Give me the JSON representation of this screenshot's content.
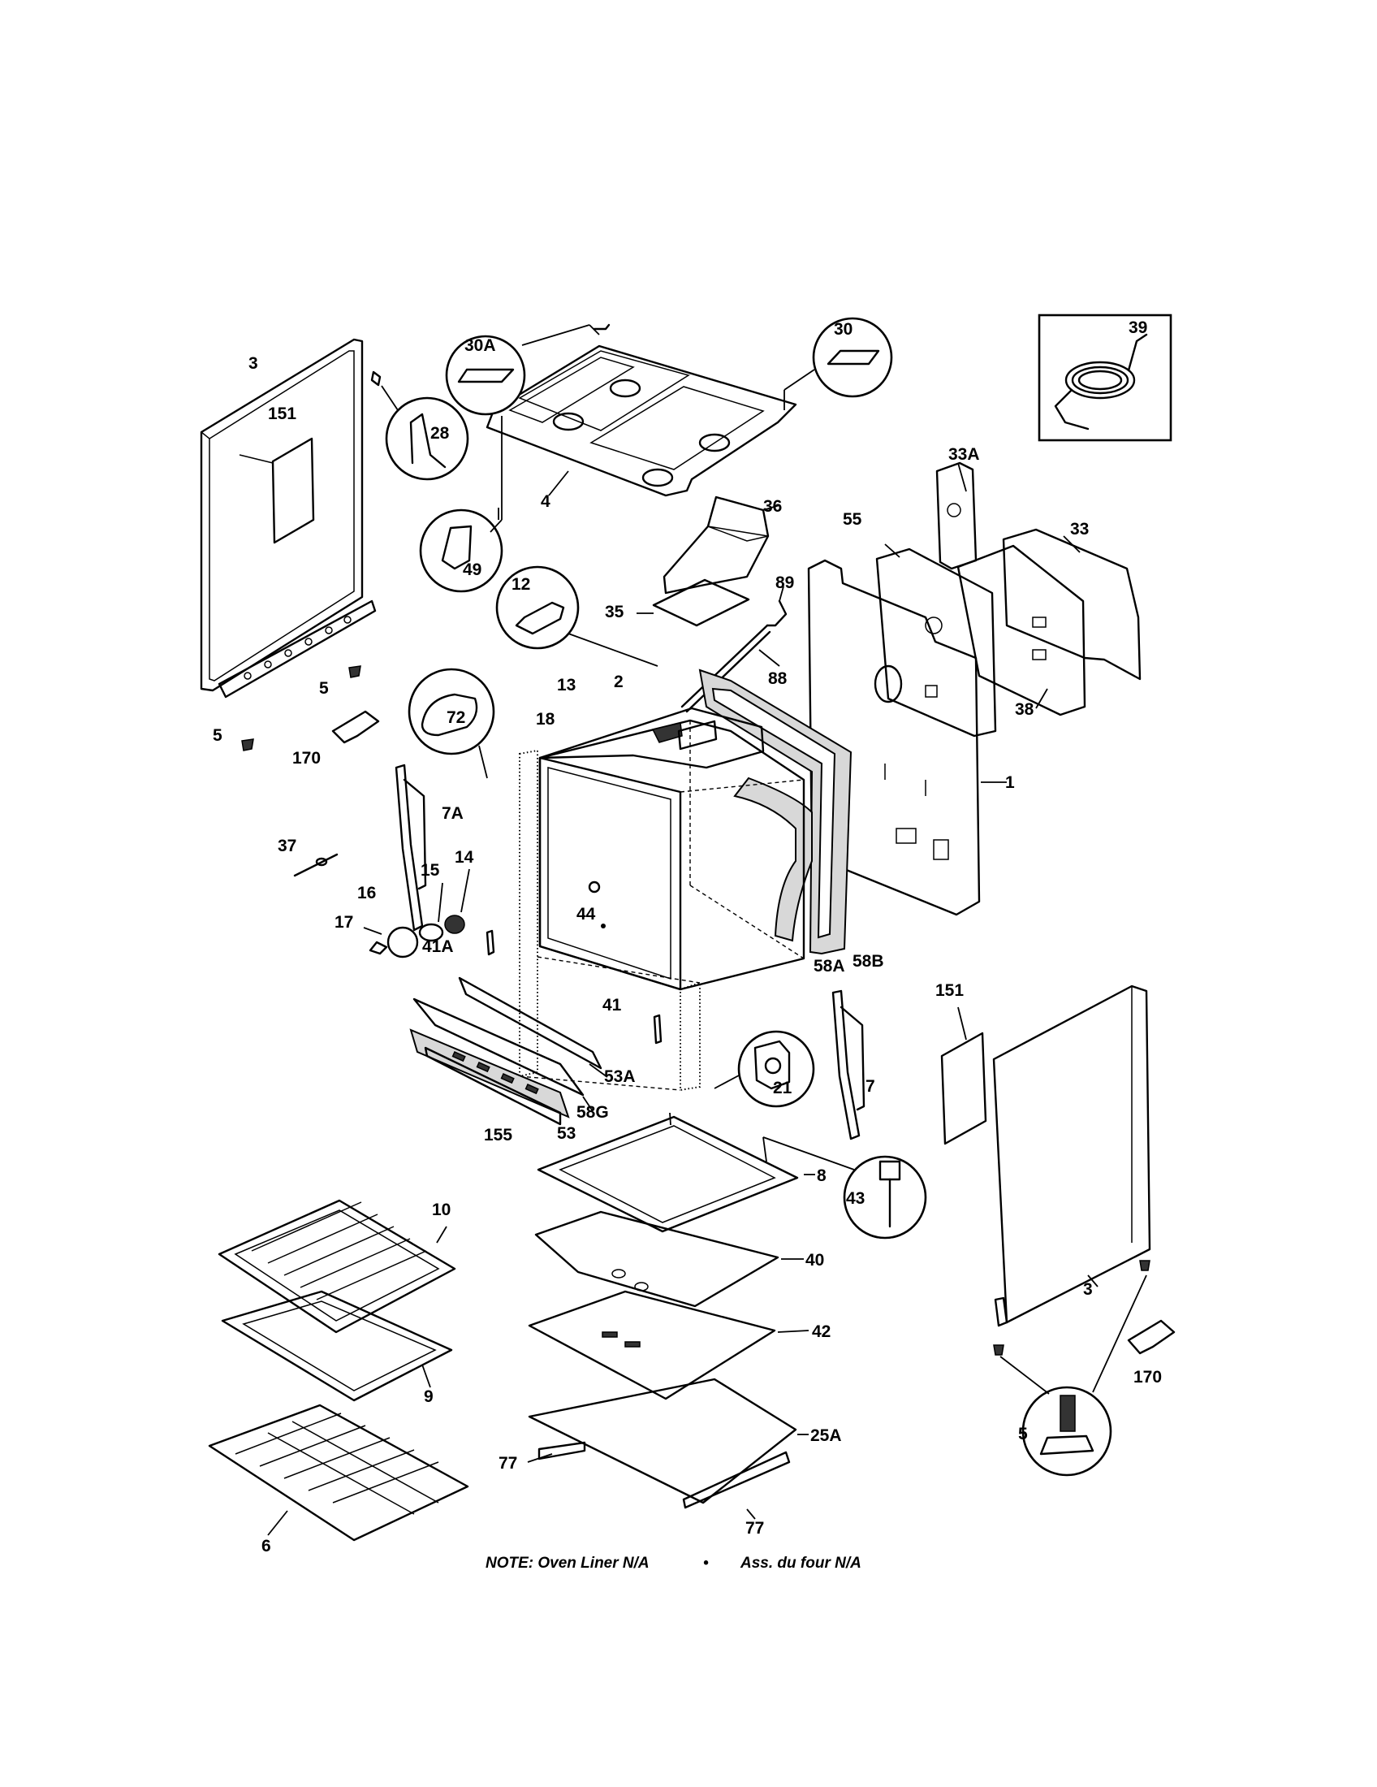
{
  "labels": {
    "p3_top": "3",
    "p151_top": "151",
    "p28": "28",
    "p49": "49",
    "p30a": "30A",
    "p4": "4",
    "p30": "30",
    "p39": "39",
    "p33a": "33A",
    "p33": "33",
    "p55": "55",
    "p36": "36",
    "p89": "89",
    "p12": "12",
    "p35": "35",
    "p88": "88",
    "p38": "38",
    "p5_a": "5",
    "p5_b": "5",
    "p170_top": "170",
    "p72": "72",
    "p13": "13",
    "p2": "2",
    "p18": "18",
    "p1": "1",
    "p7a": "7A",
    "p37": "37",
    "p15": "15",
    "p14": "14",
    "p16": "16",
    "p17": "17",
    "p44": "44",
    "p41a": "41A",
    "p58a": "58A",
    "p58b": "58B",
    "p41": "41",
    "p53a": "53A",
    "p58g": "58G",
    "p53": "53",
    "p155": "155",
    "p21": "21",
    "p7": "7",
    "p151_bot": "151",
    "p8": "8",
    "p43": "43",
    "p10": "10",
    "p40": "40",
    "p9": "9",
    "p42": "42",
    "p25a": "25A",
    "p77_a": "77",
    "p77_b": "77",
    "p6": "6",
    "p3_bot": "3",
    "p5_bot": "5",
    "p170_bot": "170"
  },
  "note": {
    "english": "NOTE: Oven Liner N/A",
    "bullet": "•",
    "french": "Ass. du four N/A"
  }
}
